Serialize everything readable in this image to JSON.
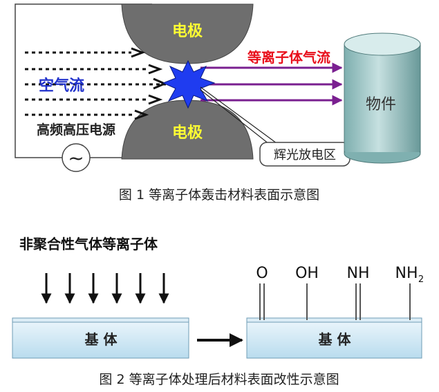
{
  "figure1": {
    "electrode_top": "电极",
    "electrode_bottom": "电极",
    "plasma_flow": "等离子体气流",
    "air_flow": "空气流",
    "power_source": "高频高压电源",
    "ac_symbol": "~",
    "workpiece": "物件",
    "discharge_zone": "辉光放电区",
    "caption": "图 1  等离子体轰击材料表面示意图"
  },
  "figure2": {
    "gas_label": "非聚合性气体等离子体",
    "substrate_left": "基 体",
    "substrate_right": "基 体",
    "groups": [
      "O",
      "OH",
      "NH",
      "NH"
    ],
    "nh2_subscript": "2",
    "caption": "图 2  等离子体处理后材料表面改性示意图"
  },
  "colors": {
    "electrode": "#6e6e6e",
    "electrode_text": "#ffff33",
    "plasma_text": "#e8101c",
    "plasma_arrow": "#7a1f90",
    "air_text": "#2233cc",
    "plasma_star": "#1f3cf0",
    "workpiece_top": "#c9dede",
    "workpiece_side": "#8bb7b7",
    "substrate": "#cfe6f2"
  }
}
